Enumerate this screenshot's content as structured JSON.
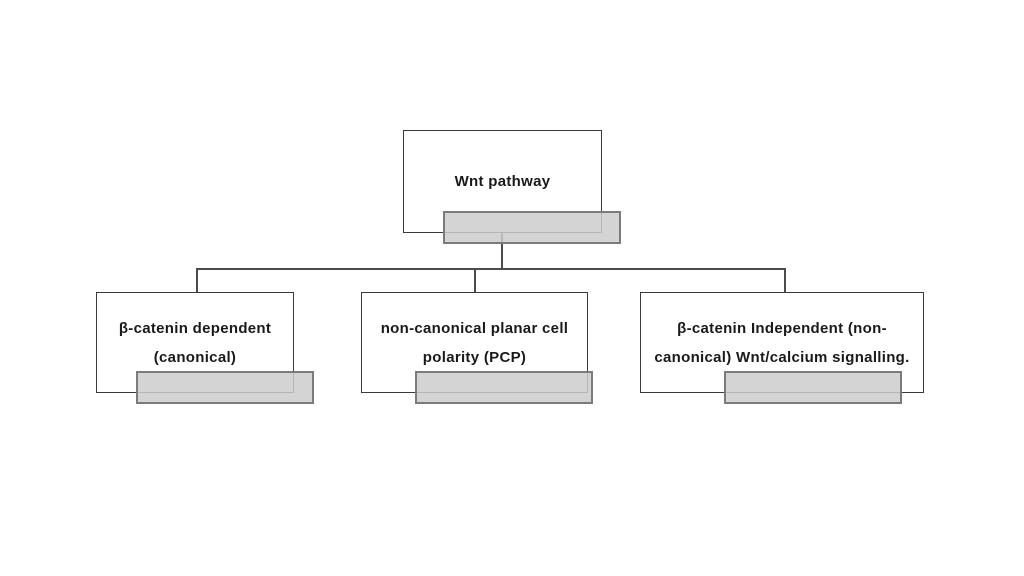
{
  "colors": {
    "background": "#ffffff",
    "text": "#1a1a1a",
    "box_fill": "#ffffff",
    "box_border": "#3a3a3a",
    "bar_fill": "rgba(204,204,204,0.85)",
    "bar_border": "#7b7b7b",
    "connector": "#4c4c4c"
  },
  "diagram": {
    "root": {
      "lines": [
        "Wnt pathway"
      ]
    },
    "children": [
      {
        "lines": [
          "β-catenin dependent",
          "(canonical)"
        ]
      },
      {
        "lines": [
          "non-canonical planar cell",
          "polarity (PCP)"
        ]
      },
      {
        "lines": [
          "β-catenin Independent (non-",
          "canonical) Wnt/calcium signalling."
        ]
      }
    ]
  }
}
